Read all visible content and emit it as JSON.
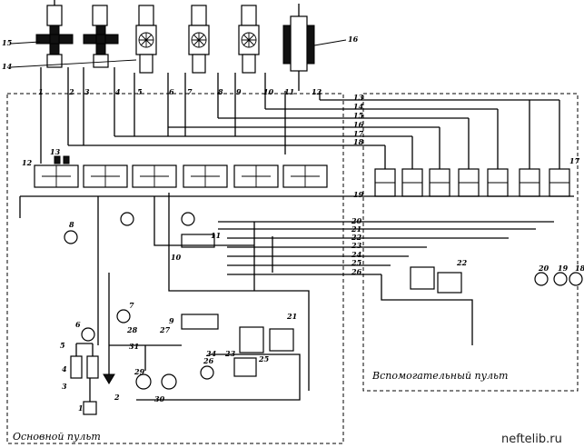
{
  "panels": {
    "main": "Основной пульт",
    "aux": "Вспомогательный пульт"
  },
  "watermark": "neftelib.ru",
  "top_line_numbers": [
    "1",
    "2",
    "3",
    "4",
    "5",
    "6",
    "7",
    "8",
    "9",
    "10",
    "11",
    "12"
  ],
  "right_line_numbers": [
    "13",
    "14",
    "15",
    "16",
    "17",
    "18",
    "19",
    "20",
    "21",
    "22",
    "23",
    "24",
    "25",
    "26"
  ],
  "callouts": {
    "c1": "1",
    "c2": "2",
    "c3": "3",
    "c4": "4",
    "c5": "5",
    "c6": "6",
    "c7": "7",
    "c8": "8",
    "c9": "9",
    "c10": "10",
    "c11": "11",
    "c12": "12",
    "c13": "13",
    "c14": "14",
    "c15": "15",
    "c16": "16",
    "c17": "17",
    "c18": "18",
    "c19": "19",
    "c20": "20",
    "c21": "21",
    "c22": "22",
    "c23": "23",
    "c24": "24",
    "c25": "25",
    "c26": "26",
    "c27": "27",
    "c28": "28",
    "c29": "29",
    "c30": "30",
    "c31": "31"
  }
}
